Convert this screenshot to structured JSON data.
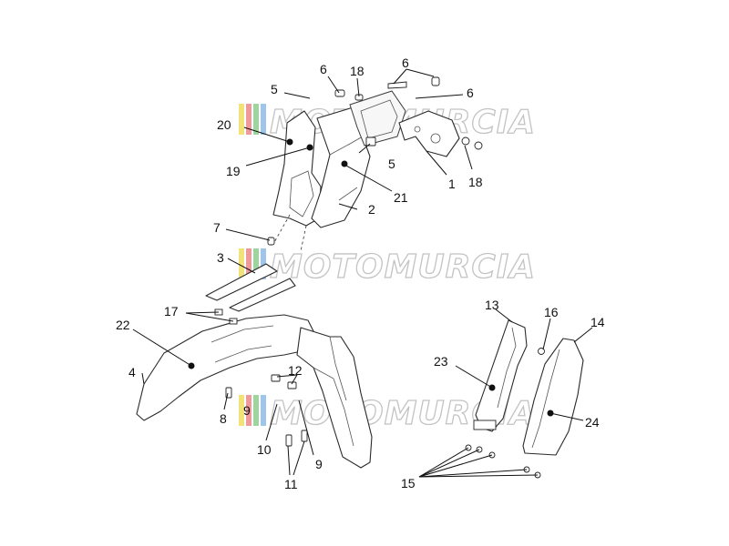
{
  "watermark": {
    "brand_text": "MOTOMURCIA",
    "stripe_colors": [
      "#f2e27a",
      "#ef9a9a",
      "#9fd3a0",
      "#9fc5e8"
    ]
  },
  "callouts": {
    "n1": "1",
    "n2": "2",
    "n3": "3",
    "n4": "4",
    "n5a": "5",
    "n5b": "5",
    "n6a": "6",
    "n6b": "6",
    "n6c": "6",
    "n7": "7",
    "n8": "8",
    "n9a": "9",
    "n9b": "9",
    "n10": "10",
    "n11": "11",
    "n12": "12",
    "n13": "13",
    "n14": "14",
    "n15": "15",
    "n16": "16",
    "n17": "17",
    "n18a": "18",
    "n18b": "18",
    "n19": "19",
    "n20": "20",
    "n21": "21",
    "n22": "22",
    "n23": "23",
    "n24": "24"
  }
}
